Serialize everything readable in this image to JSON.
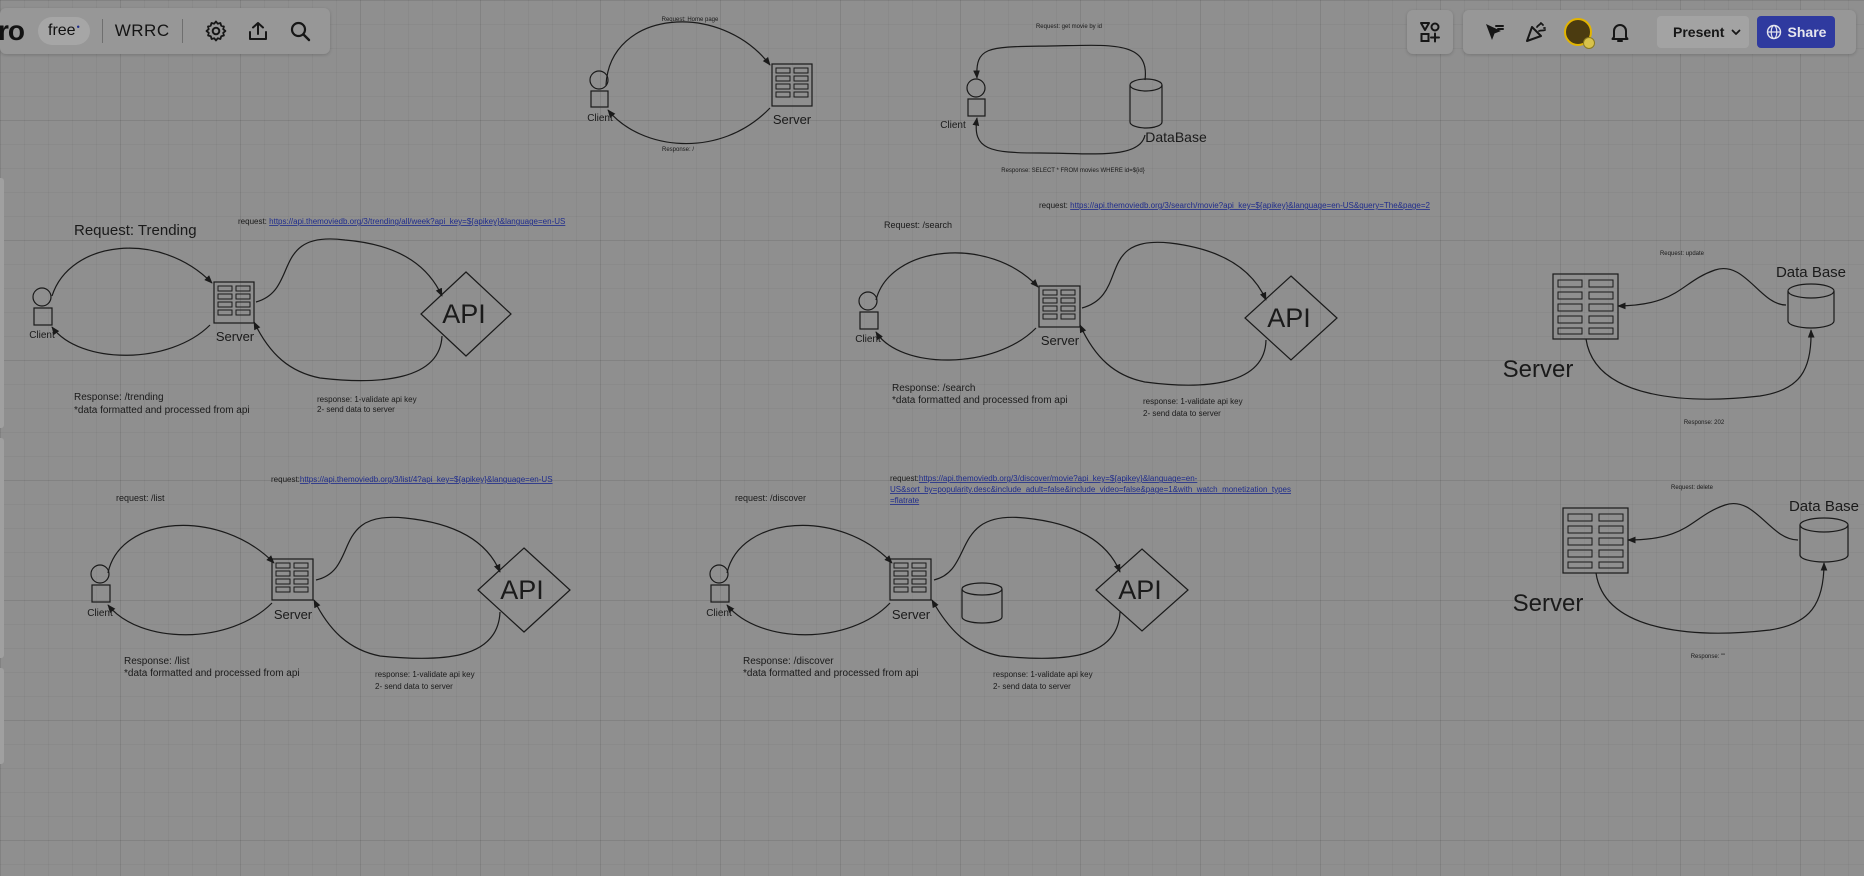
{
  "toolbar": {
    "logo_text": "ro",
    "plan_label": "free",
    "plan_mark": "•",
    "board_title": "WRRC",
    "present_label": "Present",
    "share_label": "Share",
    "icons": [
      "gear-icon",
      "upload-icon",
      "search-icon",
      "apps-icon",
      "cursor-icon",
      "celebrate-icon",
      "bell-icon",
      "chevron-down-icon",
      "globe-icon"
    ]
  },
  "colors": {
    "canvas": "#8f8f8f",
    "ink": "#1a1a1a",
    "link": "#1f2c8c",
    "share": "#2f3a9f"
  },
  "diagrams": {
    "home": {
      "request": "Request: Home page",
      "response": "Response: /",
      "client": "Client",
      "server": "Server"
    },
    "getmovie": {
      "request": "Request: get movie by id",
      "response": "Response: SELECT * FROM movies WHERE id=${id}",
      "client": "Client",
      "database": "DataBase"
    },
    "trending": {
      "request_title": "Request: Trending",
      "api_prefix": "request: ",
      "api_url": "https://api.themoviedb.org/3/trending/all/week?api_key=${apikey}&language=en-US",
      "client": "Client",
      "server": "Server",
      "api": "API",
      "response_line1": "Response: /trending",
      "response_line2": "*data formatted and processed from api",
      "api_resp_line1": "response: 1-validate api key",
      "api_resp_line2": "2- send data to server"
    },
    "search": {
      "request_title": "Request: /search",
      "api_prefix": "request: ",
      "api_url": "https://api.themoviedb.org/3/search/movie?api_key=${apikey}&language=en-US&query=The&page=2",
      "client": "Client",
      "server": "Server",
      "api": "API",
      "response_line1": "Response: /search",
      "response_line2": "*data formatted and processed from api",
      "api_resp_line1": "response: 1-validate api key",
      "api_resp_line2": "2- send data to server"
    },
    "update": {
      "request": "Request: update",
      "response": "Response: 202",
      "server": "Server",
      "database": "Data Base"
    },
    "list": {
      "request_title": "request: /list",
      "api_prefix": "request:",
      "api_url": "https://api.themoviedb.org/3/list/4?api_key=${apikey}&language=en-US",
      "client": "Client",
      "server": "Server",
      "api": "API",
      "response_line1": "Response: /list",
      "response_line2": "*data formatted and processed from api",
      "api_resp_line1": "response: 1-validate api key",
      "api_resp_line2": "2- send data to server"
    },
    "discover": {
      "request_title": "request: /discover",
      "api_prefix": "request:",
      "api_url_line1": "https://api.themoviedb.org/3/discover/movie?api_key=${apikey}&language=en-",
      "api_url_line2": "US&sort_by=popularity.desc&include_adult=false&include_video=false&page=1&with_watch_monetization_types",
      "api_url_line3": "=flatrate",
      "client": "Client",
      "server": "Server",
      "api": "API",
      "response_line1": "Response: /discover",
      "response_line2": "*data formatted and processed from api",
      "api_resp_line1": "response: 1-validate api key",
      "api_resp_line2": "2- send data to server"
    },
    "delete": {
      "request": "Request: delete",
      "response": "Response: \"\"",
      "server": "Server",
      "database": "Data Base"
    }
  }
}
